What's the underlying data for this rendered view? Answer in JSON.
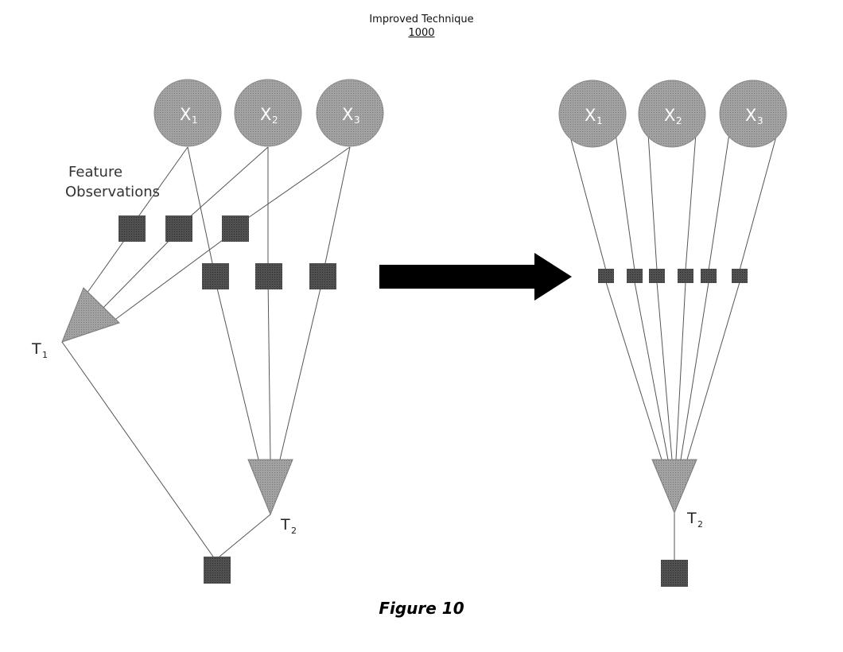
{
  "header": {
    "title": "Improved Technique",
    "number": "1000"
  },
  "left_panel": {
    "nodes": [
      {
        "label": "X",
        "sub": "1"
      },
      {
        "label": "X",
        "sub": "2"
      },
      {
        "label": "X",
        "sub": "3"
      }
    ],
    "annotation_line1": "Feature",
    "annotation_line2": "Observations",
    "tree1": {
      "label": "T",
      "sub": "1"
    },
    "tree2": {
      "label": "T",
      "sub": "2"
    }
  },
  "right_panel": {
    "nodes": [
      {
        "label": "X",
        "sub": "1"
      },
      {
        "label": "X",
        "sub": "2"
      },
      {
        "label": "X",
        "sub": "3"
      }
    ],
    "tree": {
      "label": "T",
      "sub": "2"
    }
  },
  "caption": "Figure 10",
  "colors": {
    "node_fill": "#9a9a9a",
    "square_fill": "#4a4a4a",
    "arrow_fill": "#000000",
    "line": "#555555"
  }
}
